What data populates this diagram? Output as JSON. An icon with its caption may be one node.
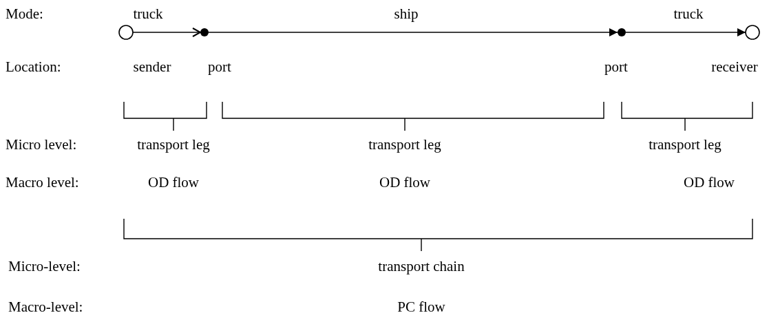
{
  "diagram": {
    "nodes": [
      {
        "text": [],
        "shape": "circle",
        "beside": [
          "sender"
        ]
      },
      {
        "text": [],
        "shape": "dot",
        "beside": [
          "port"
        ]
      },
      {
        "text": [],
        "shape": "dot",
        "beside": [
          "port"
        ]
      },
      {
        "text": [],
        "shape": "circle",
        "beside": [
          "receiver"
        ]
      }
    ],
    "edges": [
      {
        "from": 0,
        "to": 1,
        "arrow": "to",
        "label": "truck"
      },
      {
        "from": 1,
        "to": 2,
        "arrow": "to",
        "label": "ship"
      },
      {
        "from": 2,
        "to": 3,
        "arrow": "to",
        "label": "truck"
      }
    ],
    "labels": [
      "Mode:",
      "Location:",
      "Micro level:",
      "transport leg",
      "transport leg",
      "transport leg",
      "Macro level:",
      "OD flow",
      "OD flow",
      "OD flow",
      "Micro-level:",
      "transport chain",
      "Macro-level:",
      "PC flow"
    ]
  }
}
